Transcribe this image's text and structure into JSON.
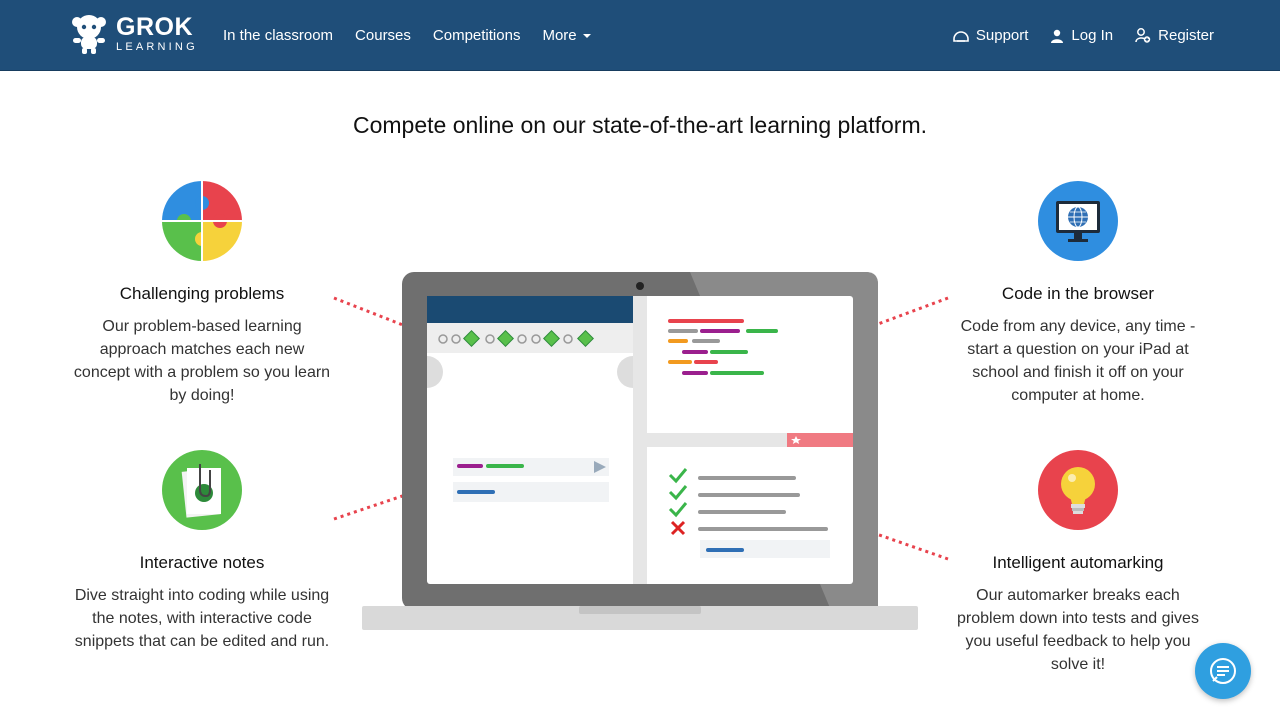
{
  "nav": {
    "logo_main": "GROK",
    "logo_sub": "LEARNING",
    "links": [
      "In the classroom",
      "Courses",
      "Competitions",
      "More"
    ],
    "support": "Support",
    "login": "Log In",
    "register": "Register"
  },
  "headline": "Compete online on our state-of-the-art learning platform.",
  "features": {
    "challenging": {
      "title": "Challenging problems",
      "desc": "Our problem-based learning approach matches each new concept with a problem so you learn by doing!"
    },
    "notes": {
      "title": "Interactive notes",
      "desc": "Dive straight into coding while using the notes, with interactive code snippets that can be edited and run."
    },
    "browser": {
      "title": "Code in the browser",
      "desc": "Code from any device, any time - start a question on your iPad at school and finish it off on your computer at home."
    },
    "automarking": {
      "title": "Intelligent automarking",
      "desc": "Our automarker breaks each problem down into tests and gives you useful feedback to help you solve it!"
    }
  },
  "icons": {
    "puzzle": "puzzle-icon",
    "notes": "notes-icon",
    "browser": "monitor-globe-icon",
    "automarking": "lightbulb-icon",
    "chat": "chat-icon"
  },
  "colors": {
    "navbar": "#1f4e79",
    "accent_red": "#e8434d",
    "accent_green": "#59c04b",
    "accent_blue": "#2f8ee0"
  }
}
